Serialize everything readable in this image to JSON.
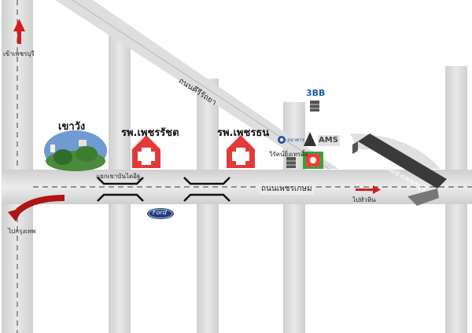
{
  "labels": {
    "to_phetchaburi": "เข้าเพชรบุรี",
    "to_bangkok": "ไปกรุงเทพ",
    "to_hua_hin": "ไปหัวหิน",
    "road_kiriratthaya": "ถนนคีรีรัถยา",
    "road_phetkasem": "ถนนเพชรเกษม",
    "junction": "แยกเขาบันไดอิฐ",
    "khao_wang": "เขาวัง",
    "hospital_1": "รพ.เพชรรัชต",
    "hospital_2": "รพ.เพชรธน",
    "shop_label": "วิรัตน์ยิ่งเทรดิ้ง",
    "overpass": "สะพานเข้าเมืองเพชรบุรี",
    "brand_3bb": "3BB",
    "brand_ford": "Ford",
    "brand_bank": "ธนาคาร ...",
    "brand_ams": "AMS"
  },
  "icons": [
    "arrow-up-icon",
    "curved-arrow-icon",
    "arrow-right-icon",
    "hospital-cross-icon",
    "building-icon",
    "ford-logo-icon",
    "bank-logo-icon",
    "ams-logo-icon"
  ],
  "colors": {
    "road": "#dcdcdc",
    "road_edge": "#bfbfbf",
    "arrow_red": "#d21d1d",
    "hospital_red": "#e23a3a",
    "overpass": "#3a3a3a",
    "ford_blue": "#1f3c7a"
  }
}
